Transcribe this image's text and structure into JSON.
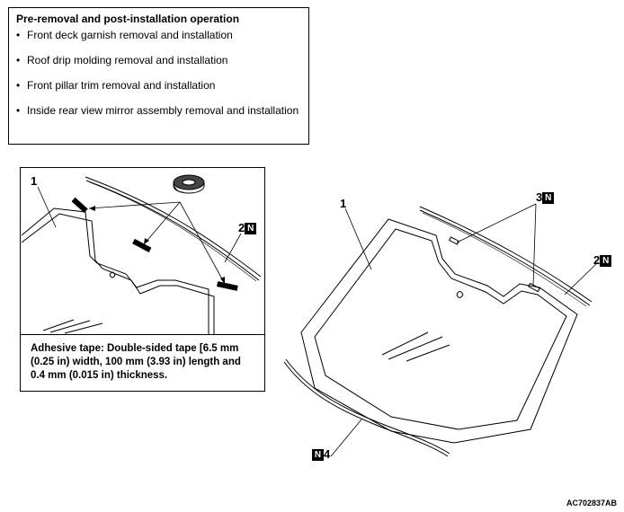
{
  "operations": {
    "title": "Pre-removal and post-installation operation",
    "items": [
      "Front deck garnish removal and installation",
      "Roof drip molding removal and installation",
      "Front pillar trim removal and installation",
      "Inside rear view mirror assembly removal and installation"
    ]
  },
  "detail": {
    "tape_note": "Adhesive tape: Double-sided tape [6.5 mm (0.25 in) width, 100 mm (3.93 in) length and 0.4 mm (0.015 in) thickness.",
    "callouts": {
      "glass": "1",
      "molding": "2",
      "new_part_symbol": "N"
    }
  },
  "main": {
    "callouts": {
      "glass": "1",
      "molding_upper": "2",
      "clip": "3",
      "molding_lower": "4",
      "new_part_symbol": "N"
    }
  },
  "figure_code": "AC702837AB"
}
